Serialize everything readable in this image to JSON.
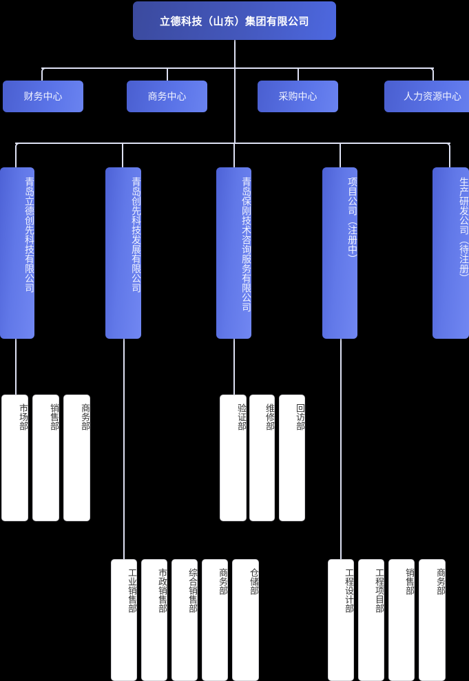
{
  "colors": {
    "root_gradient_from": "#3b4a9e",
    "root_gradient_to": "#4d68e0",
    "center_gradient_from": "#4a5fd0",
    "center_gradient_to": "#6a83f0",
    "company_gradient_from": "#4d62d6",
    "company_gradient_to": "#7187f2",
    "leaf_background": "#ffffff",
    "leaf_border": "#d2d2d6",
    "leaf_text": "#333333",
    "connector": "#dfe2f5",
    "canvas_background": "#000000"
  },
  "chart_data": {
    "type": "diagram",
    "diagram_type": "organization-chart",
    "orientation": "top-down",
    "levels": 4,
    "root": {
      "label": "立德科技（山东）集团有限公司"
    },
    "centers": [
      {
        "label": "财务中心"
      },
      {
        "label": "商务中心"
      },
      {
        "label": "采购中心"
      },
      {
        "label": "人力资源中心"
      }
    ],
    "companies": [
      {
        "label": "青岛立德创先科技有限公司",
        "departments": [
          "市场部",
          "销售部",
          "商务部"
        ]
      },
      {
        "label": "青岛创先科技发展有限公司",
        "departments": [
          "工业销售部",
          "市政销售部",
          "综合销售部",
          "商务部",
          "仓储部"
        ]
      },
      {
        "label": "青岛保刚技术咨询服务有限公司",
        "departments": [
          "验证部",
          "维修部",
          "回访部"
        ]
      },
      {
        "label": "项目公司（注册中）",
        "departments": [
          "工程设计部",
          "工程项目部",
          "销售部",
          "商务部"
        ]
      },
      {
        "label": "生产研发公司（待注册）",
        "departments": []
      }
    ]
  },
  "root": {
    "label": "立德科技（山东）集团有限公司"
  },
  "centers": [
    {
      "label": "财务中心"
    },
    {
      "label": "商务中心"
    },
    {
      "label": "采购中心"
    },
    {
      "label": "人力资源中心"
    }
  ],
  "companies": [
    {
      "label": "青岛立德创先科技有限公司"
    },
    {
      "label": "青岛创先科技发展有限公司"
    },
    {
      "label": "青岛保刚技术咨询服务有限公司"
    },
    {
      "label": "项目公司（注册中）"
    },
    {
      "label": "生产研发公司（待注册）"
    }
  ],
  "group_a": [
    {
      "label": "市场部"
    },
    {
      "label": "销售部"
    },
    {
      "label": "商务部"
    }
  ],
  "group_b": [
    {
      "label": "工业销售部"
    },
    {
      "label": "市政销售部"
    },
    {
      "label": "综合销售部"
    },
    {
      "label": "商务部"
    },
    {
      "label": "仓储部"
    }
  ],
  "group_c": [
    {
      "label": "验证部"
    },
    {
      "label": "维修部"
    },
    {
      "label": "回访部"
    }
  ],
  "group_d": [
    {
      "label": "工程设计部"
    },
    {
      "label": "工程项目部"
    },
    {
      "label": "销售部"
    },
    {
      "label": "商务部"
    }
  ]
}
